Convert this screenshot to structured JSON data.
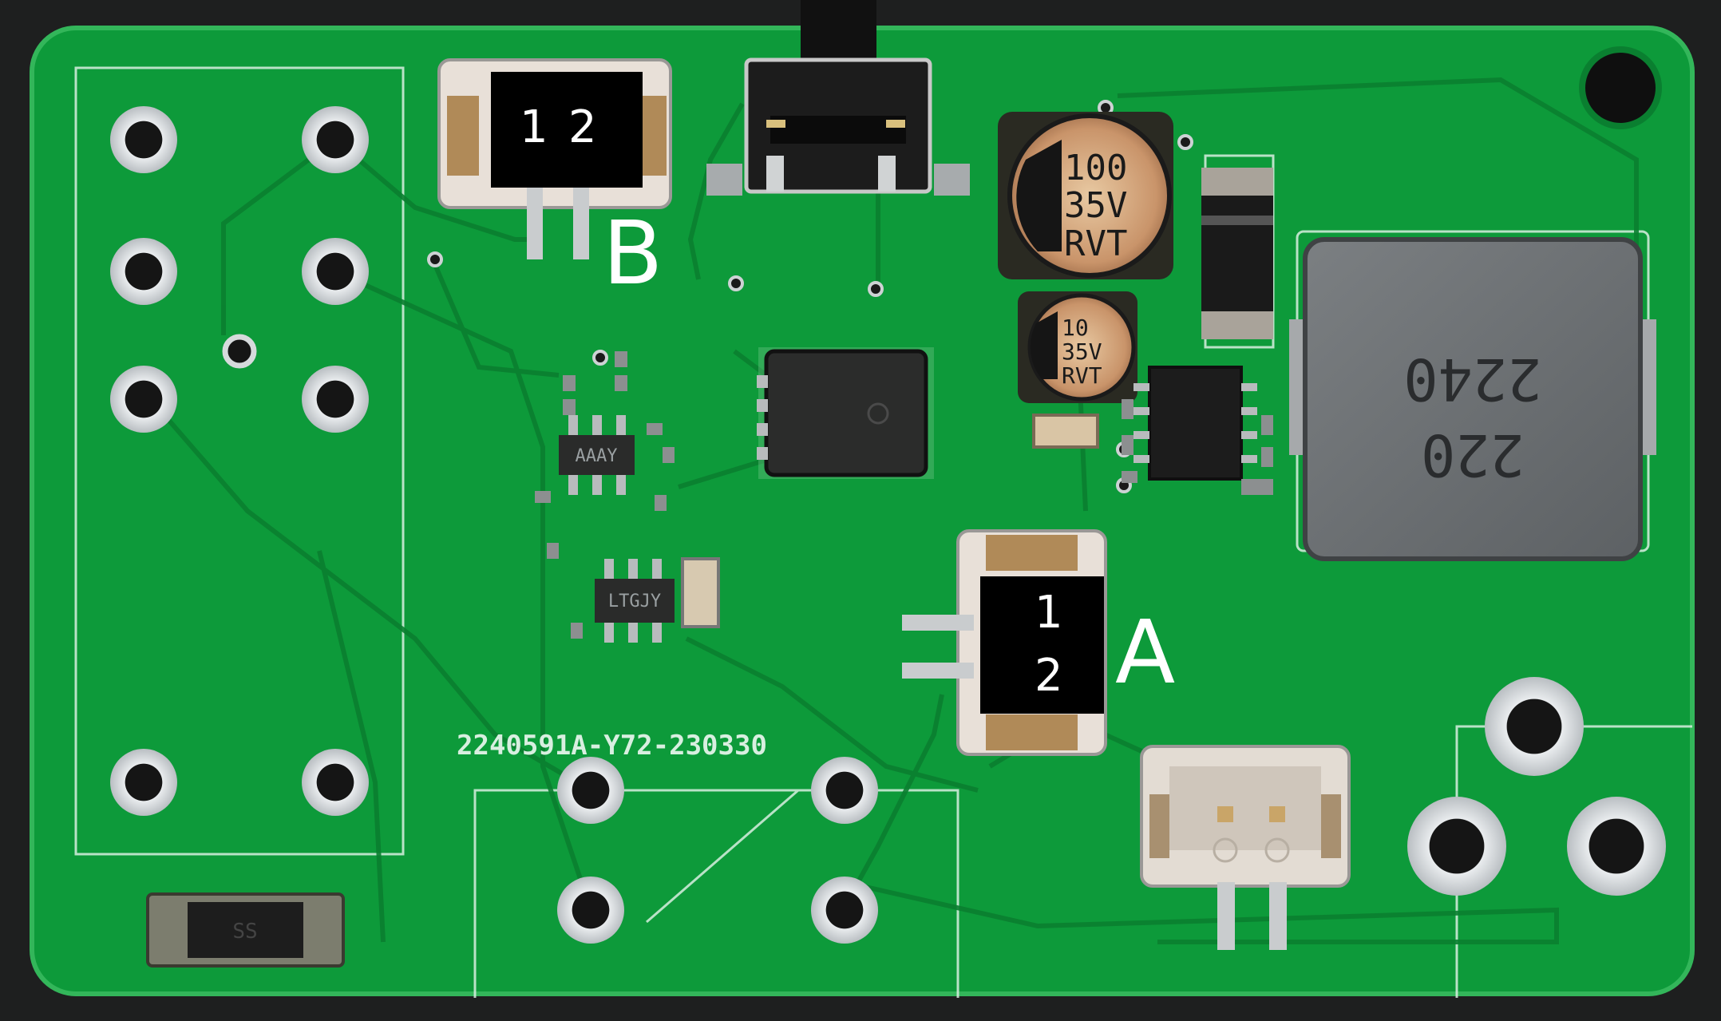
{
  "board": {
    "silkscreen_id": "2240591A-Y72-230330",
    "background_color": "#1e1f1f",
    "pcb_color": "#0d9a3a",
    "trace_color": "#0b8a34",
    "silk_color": "#d8efe0"
  },
  "connectors": {
    "a": {
      "label": "A",
      "pin1": "1",
      "pin2": "2"
    },
    "b": {
      "label": "B",
      "pin1": "1",
      "pin2": "2"
    }
  },
  "components": {
    "cap_large": {
      "line1": "100",
      "line2": "35V",
      "line3": "RVT"
    },
    "cap_small": {
      "line1": "10",
      "line2": "35V",
      "line3": "RVT"
    },
    "inductor": {
      "line1": "2240",
      "line2": "220"
    },
    "ic_sot_upper": {
      "marking": "AAAY"
    },
    "ic_sot_lower": {
      "marking": "LTGJY"
    },
    "diode_bottom": {
      "marking": "SS"
    }
  }
}
